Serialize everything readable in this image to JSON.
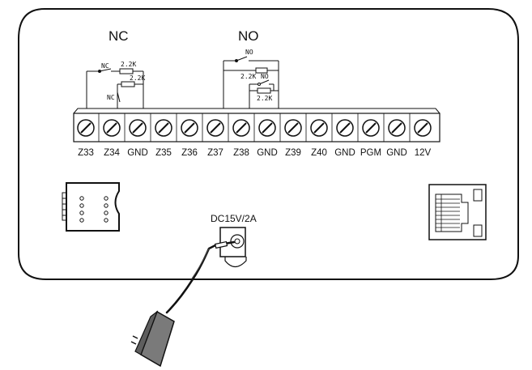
{
  "diagram": {
    "nc_heading": "NC",
    "no_heading": "NO",
    "nc_circuit": {
      "switch_label_top": "NC",
      "resistor_label_top": "2.2K",
      "resistor_label_mid": "2.2K",
      "switch_label_side": "NC"
    },
    "no_circuit": {
      "switch_label_top": "NO",
      "resistor_label_top": "2.2K",
      "switch_label_mid": "NO",
      "resistor_label_bottom": "2.2K"
    },
    "terminals": [
      "Z33",
      "Z34",
      "GND",
      "Z35",
      "Z36",
      "Z37",
      "Z38",
      "GND",
      "Z39",
      "Z40",
      "GND",
      "PGM",
      "GND",
      "12V"
    ],
    "power_label": "DC15V/2A"
  }
}
